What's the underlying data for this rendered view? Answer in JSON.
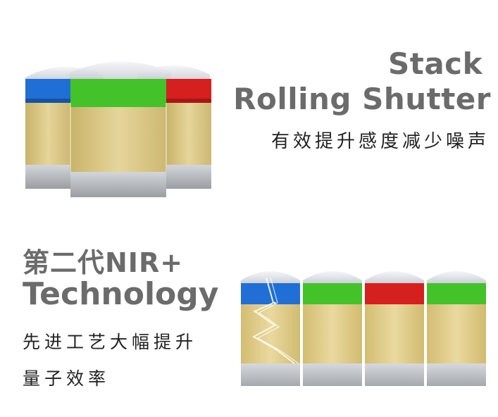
{
  "top": {
    "title_line1": "Stack",
    "title_line2": "Rolling Shutter",
    "subtitle": "有效提升感度减少噪声"
  },
  "bottom": {
    "title_line1": "第二代NIR+",
    "title_line2": "Technology",
    "subtitle_line1": "先进工艺大幅提升",
    "subtitle_line2": "量子效率"
  },
  "colors": {
    "heading": "#6b6b6b",
    "body_text": "#222222",
    "pixel_blue": "#1f6fd6",
    "pixel_green": "#44c22a",
    "pixel_red": "#d61f1f",
    "substrate_gold": "#d9c27a",
    "base_metal": "#b9bcc0",
    "lens_glass": "#dfe3e8"
  },
  "icons": {
    "stacked_sensor": "stacked-sensor-cube-illustration",
    "nir_sensor": "nir-pixel-row-illustration"
  }
}
